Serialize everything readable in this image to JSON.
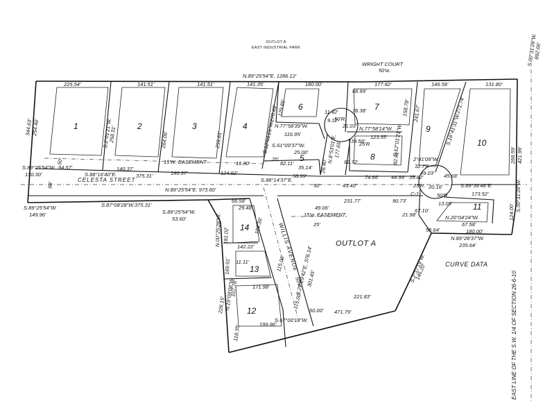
{
  "header": {
    "line1": "OUTLOT  A",
    "line2": "EAST INDUSTRIAL PARK"
  },
  "street_labels": {
    "celesta": "CELESTA   STREET",
    "wright_court": "WRIGHT COURT",
    "wright_court_width": "50'w.",
    "willis": "WILLIS AVENUE",
    "willis_width": "50'w."
  },
  "outlot_label": "OUTLOT A",
  "curve_data": "CURVE DATA",
  "section_line": "EAST LINE OF THE S.W. 1/4 OF SECTION 26-6-10",
  "lots": [
    "1",
    "2",
    "3",
    "4",
    "5",
    "6",
    "7",
    "8",
    "9",
    "10",
    "11",
    "12",
    "13",
    "14"
  ],
  "annotations": {
    "top_bearing": "N.89°25'54\"E.   1286.12'",
    "b_225": "225.54'",
    "b_14151a": "141.51'",
    "b_14151b": "141.51'",
    "b_14135": "141.35'",
    "b_180": "180.00'",
    "b_17782": "177.82'",
    "b_14658": "146.58'",
    "b_13180": "131.80'",
    "left_35": "344.63'",
    "left_25": "254.46'",
    "left_s89": "S.89°25'54\"W.",
    "left_130": "130.30'",
    "r_s003": "S.00°31'28\"W.",
    "r_892": "892.06'",
    "l2_brg": "S.2°01'21\"W.",
    "l2_len": "258.31'",
    "l3_len": "264.06'",
    "l4_len": "259.81'",
    "l5_brg": "S.12°01'21\"W.",
    "l5_len": "270.49'",
    "l5_129": "129.85'",
    "l6_brg": "N.77°58'39\"W.",
    "l6_len": "116.95'",
    "l6b_brg": "S.61°09'37\"W.",
    "l6b_len": "25.00'",
    "l7_brg": "N.77°58'14\"W.",
    "l7_len": "123.55'",
    "l8_brg": "S.12°01'21\"W.",
    "l8_len": "241.67'",
    "l8_158": "158.78'",
    "l8_82": "82.91'",
    "l9_brg": "S.16°41'31\"W.",
    "l9_len": "271.74'",
    "l10_266": "266.59'",
    "l10_421": "421.99'",
    "l10_brg": "S.00°31'28\"W.",
    "l7a": "11.42'",
    "l7b": "50'R.",
    "l7c": "21.03'",
    "l7d": "78.38'",
    "l7e": "68.99'",
    "l7f": "9.11'",
    "l8_25R": "25'R.",
    "l8_39": "39.59'",
    "l8_62": "62.72'",
    "mid_16": "16.30'",
    "mid_82": "82.11'",
    "mid_3514": "35.14'",
    "mid_25": "25'",
    "mid_50": "50'",
    "n_brg": "N.8°53'01\"E.",
    "n_len": "177.65'",
    "n_2640": "26.40'",
    "celesta_9457": "94.57'",
    "celesta_brg": "S.88°16'40\"E.",
    "celesta_375": "375.31'",
    "celesta_14037a": "140.37'",
    "celesta_14037b": "140.37'",
    "celesta_124": "124.92'",
    "celesta_brg2": "S.88°14'37\"E.",
    "celesta_5899": "58.99'",
    "celesta_8890": "15'W.  EASEMENT",
    "celesta_n89": "N.89°25'54\"E.  973.60'",
    "celesta_88": "88'",
    "celesta_50": "50'",
    "c_4340": "43.40'",
    "c_7466": "74.66'",
    "c_4499": "44.99'",
    "c_3582": "35.82'",
    "c_2541": "2°41'09\"W.",
    "c_3279": "32.79'",
    "c_4903": "49.03'",
    "c_4568": "45.68'",
    "c_2016": "20.16'",
    "c_25R": "25'R.",
    "c_50R": "50'R.",
    "c_1305": "13.05'",
    "c_c1": "C-1",
    "c_brg_s89": "S.89°36'48\"E.",
    "c_17352": "173.52'",
    "l11_n20": "N.20°04'24\"W.",
    "l11_6758": "67.58'",
    "l11_180": "180.00'",
    "l11_124": "124.00'",
    "l11_5564": "55.64'",
    "l11_6710": "67.10'",
    "l11_brg": "N.89°28'37\"W.",
    "l11_23564": "235.64'",
    "o_23177": "231.77'",
    "o_9073": "90.73'",
    "o_2198": "21.98'",
    "o_4906": "49.06'",
    "o_15e": "15'w.  EASEMENT",
    "o_25": "25'",
    "o_s27": "S.27°29'42\"E.  376.14'",
    "o_30145": "301.45'",
    "o_22183": "221.83'",
    "o_47179": "471.79'",
    "o_brg_s2": "S.2°37'19\"W.",
    "o_14620": "146.20'",
    "o_5000": "50.00'",
    "lw_s87": "S.87°08'28\"W.",
    "lw_375": "375.31'",
    "lw_s89": "S.89°25'54\"W.",
    "lw_5360": "53.60'",
    "lw_s8925": "S.89°25'54\"W.",
    "lw_14996": "149.96'",
    "l14_6658": "66.58'",
    "l14_2948": "29.48'",
    "l14_n00": "N.00°25'28\"W.",
    "l14_18102": "181.02'",
    "l14_14222": "142.22'",
    "l14_16991": "169.91'",
    "l14_10439": "104.39'",
    "l13_1111": "11.11'",
    "l13_17198": "171.98'",
    "l13_10778": "107.78'",
    "l13_n19": "N.19°09'06\"W.",
    "l13_22615": "226.15'",
    "l13_115": "115.00'",
    "l12_11835": "118.35'",
    "l12_19996": "199.96'",
    "l12_s67": "S.67°00'18\"W.",
    "l12_11500": "115.00'"
  }
}
